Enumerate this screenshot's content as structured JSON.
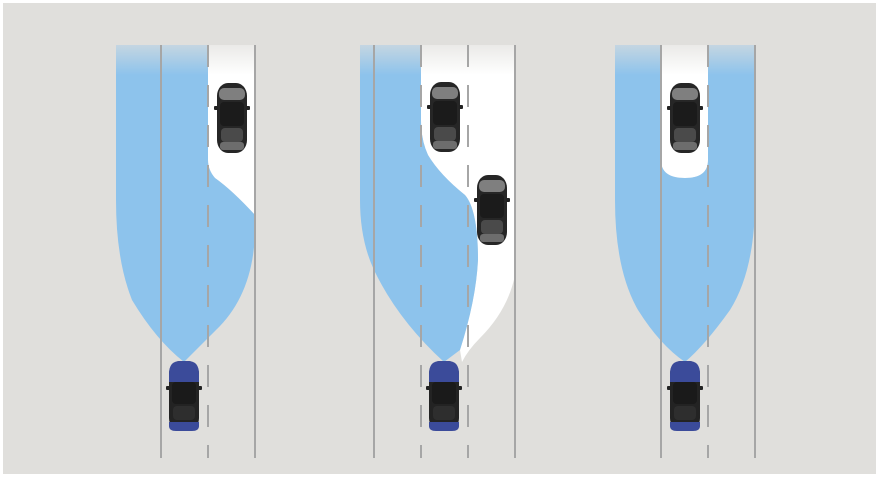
{
  "colors": {
    "frame": "#ffffff",
    "road": "#e0dfdc",
    "lane_line": "#a6a6a6",
    "beam_blue": "#8dc3ec",
    "unlit_white": "#ffffff",
    "ego_car_accent": "#3b4b9a",
    "car_body": "#2a2a2a"
  },
  "icons": {
    "ego_car": "blue-car-topview-icon",
    "other_car": "dark-car-topview-icon"
  },
  "scenes": [
    {
      "id": "scene-1",
      "other_cars": 1,
      "oncoming": false
    },
    {
      "id": "scene-2",
      "other_cars": 2,
      "oncoming": false
    },
    {
      "id": "scene-3",
      "other_cars": 1,
      "oncoming": false
    }
  ]
}
